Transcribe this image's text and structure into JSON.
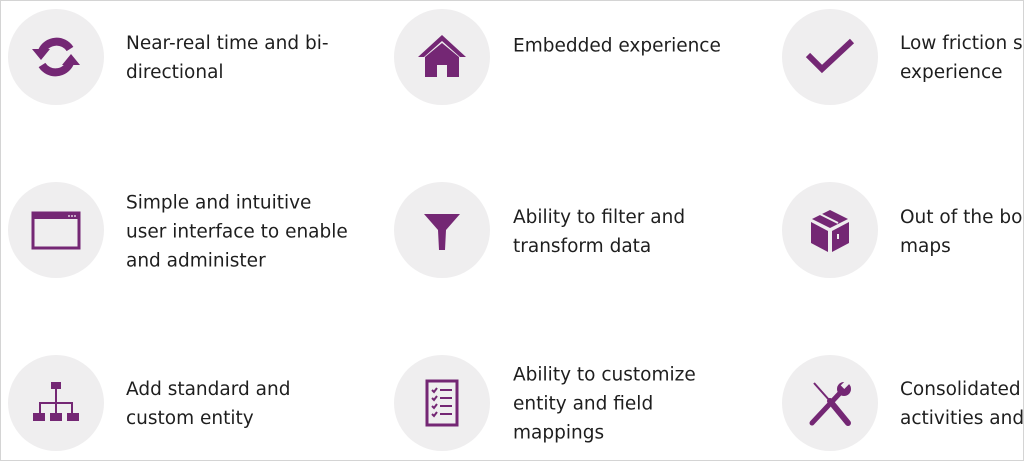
{
  "accent_color": "#742774",
  "circle_color": "#efeeef",
  "features": [
    {
      "icon": "sync-icon",
      "lines": [
        "Near-real time and bi-",
        "directional"
      ]
    },
    {
      "icon": "home-icon",
      "lines": [
        "Embedded experience"
      ]
    },
    {
      "icon": "checkmark-icon",
      "lines": [
        "Low friction s",
        "experience"
      ]
    },
    {
      "icon": "window-icon",
      "lines": [
        "Simple and intuitive",
        "user interface to enable",
        "and administer"
      ]
    },
    {
      "icon": "filter-icon",
      "lines": [
        "Ability to filter and",
        "transform data"
      ]
    },
    {
      "icon": "package-icon",
      "lines": [
        "Out of the bo",
        "maps"
      ]
    },
    {
      "icon": "hierarchy-icon",
      "lines": [
        "Add standard and",
        "custom entity"
      ]
    },
    {
      "icon": "checklist-icon",
      "lines": [
        "Ability to customize",
        "entity and field",
        "mappings"
      ]
    },
    {
      "icon": "tools-icon",
      "lines": [
        "Consolidated",
        "activities and"
      ]
    }
  ]
}
